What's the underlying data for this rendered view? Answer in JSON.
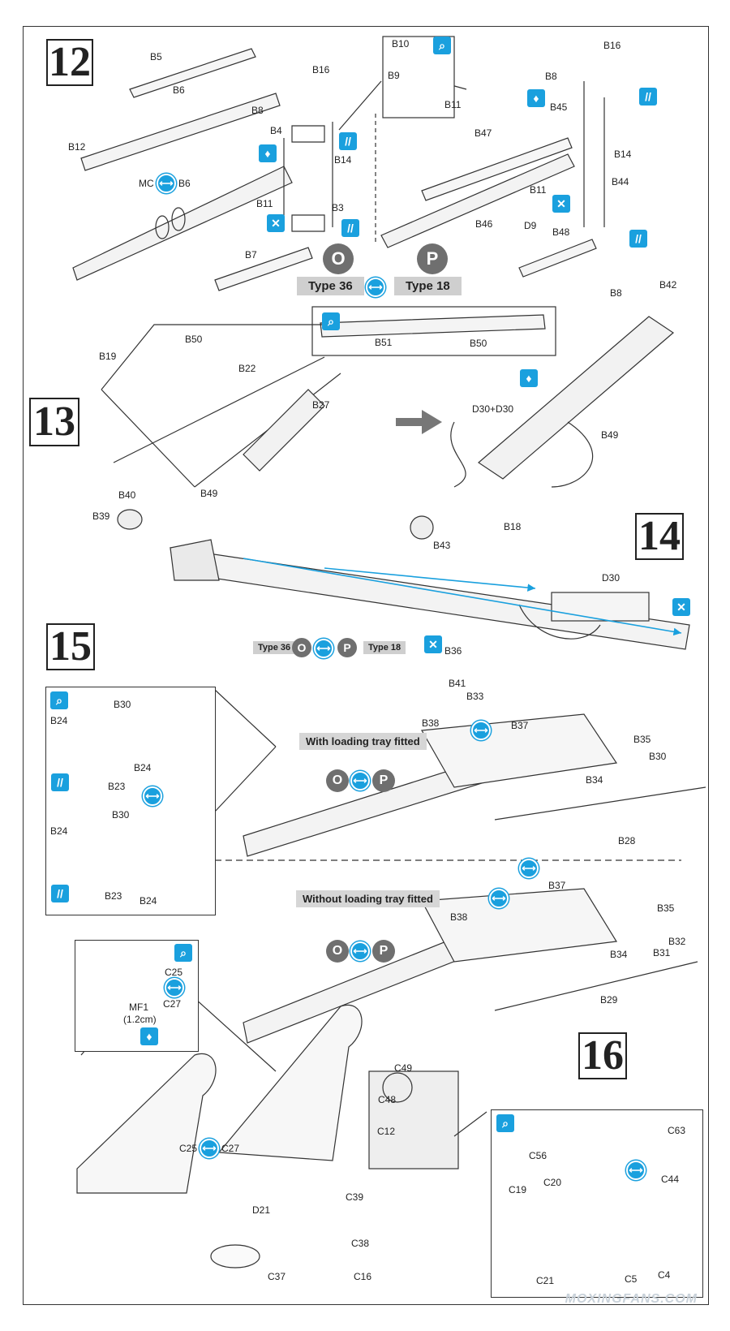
{
  "steps": {
    "s12": "12",
    "s13": "13",
    "s14": "14",
    "s15": "15",
    "s16": "16"
  },
  "variants": {
    "o": "O",
    "p": "P",
    "type36": "Type 36",
    "type18": "Type 18"
  },
  "captions": {
    "with_tray": "With loading tray fitted",
    "without_tray": "Without loading tray fitted"
  },
  "parts": {
    "p12": [
      "B5",
      "B6",
      "B12",
      "MC",
      "B6",
      "B16",
      "B8",
      "B4",
      "B14",
      "B11",
      "B3",
      "B7",
      "B10",
      "B9",
      "B11",
      "B16",
      "B8",
      "B45",
      "B47",
      "B14",
      "B11",
      "B44",
      "B46",
      "D9",
      "B48"
    ],
    "p13": [
      "B51",
      "B50",
      "B19",
      "B50",
      "B22",
      "B27",
      "B49",
      "B40",
      "B39",
      "B8",
      "B42",
      "D30+D30",
      "B49",
      "B18",
      "B43"
    ],
    "p14": [
      "D30",
      "B36",
      "B41",
      "B33"
    ],
    "p15": [
      "B30",
      "B24",
      "B23",
      "B24",
      "B30",
      "B24",
      "B23",
      "B24",
      "B38",
      "B37",
      "B35",
      "B30",
      "B34",
      "B28",
      "B37",
      "B38",
      "B35",
      "B32",
      "B31",
      "B34",
      "B29"
    ],
    "p16": [
      "C25",
      "C27",
      "MF1",
      "(1.2cm)",
      "C49",
      "C48",
      "C12",
      "C25",
      "C27",
      "C39",
      "C38",
      "D21",
      "C37",
      "C16",
      "C63",
      "C56",
      "C44",
      "C20",
      "C19",
      "C21",
      "C5",
      "C4"
    ]
  },
  "colors": {
    "accent": "#1aa0de",
    "grey_tag": "#cfcfcf",
    "circle": "#6f6f6f"
  },
  "icons": [
    "glue-icon",
    "paint-icon",
    "cement-icon",
    "optional-icon",
    "remove-icon"
  ],
  "watermark": "MOXINGFANS.COM"
}
